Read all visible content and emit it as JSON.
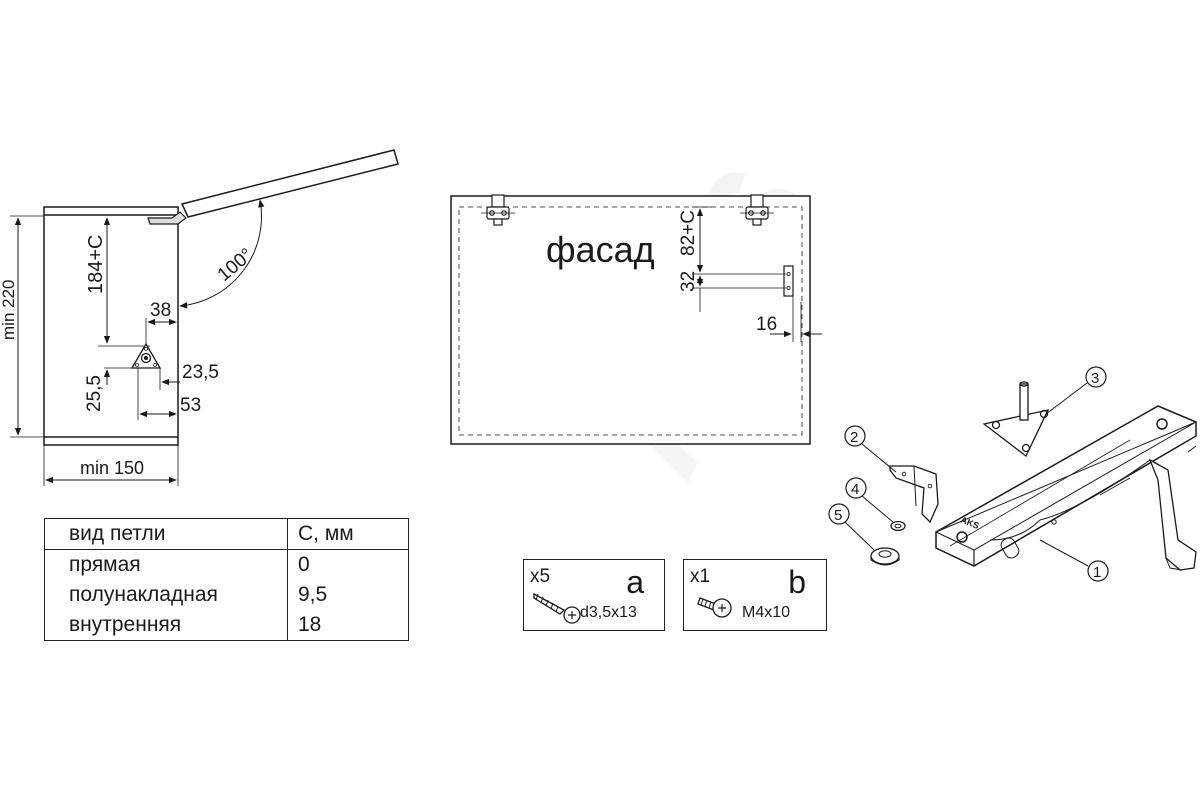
{
  "side_view": {
    "dim_height": "min 220",
    "dim_width": "min 150",
    "dim_184": "184+C",
    "dim_38": "38",
    "angle": "100°",
    "dim_25_5": "25,5",
    "dim_23_5": "23,5",
    "dim_53": "53"
  },
  "front_view": {
    "label": "фасад",
    "dim_82": "82+C",
    "dim_32": "32",
    "dim_16": "16"
  },
  "hinge_table": {
    "headers": [
      "вид петли",
      "C, мм"
    ],
    "rows": [
      [
        "прямая",
        "0"
      ],
      [
        "полунакладная",
        "9,5"
      ],
      [
        "внутренняя",
        "18"
      ]
    ]
  },
  "kits": [
    {
      "qty": "x5",
      "letter": "a",
      "size": "d3,5x13",
      "icon": "wood-screw-icon"
    },
    {
      "qty": "x1",
      "letter": "b",
      "size": "M4x10",
      "icon": "machine-screw-icon"
    }
  ],
  "parts": {
    "labels": [
      "1",
      "2",
      "3",
      "4",
      "5"
    ],
    "brand_mark": "AKS"
  },
  "watermark": "AKS"
}
